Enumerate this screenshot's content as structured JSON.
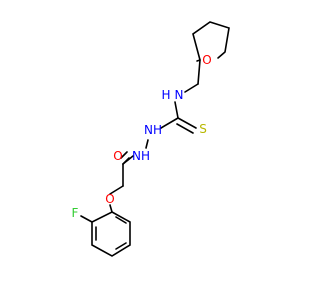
{
  "molecule": {
    "atoms": {
      "oxygen_ring": "O",
      "nitrogen_amide": "N",
      "hydrogen_amide": "H",
      "nitrogen_hydrazide_1": "NH",
      "nitrogen_hydrazide_2": "NH",
      "sulfur": "S",
      "oxygen_carbonyl": "O",
      "oxygen_ether": "O",
      "fluorine": "F"
    },
    "colors": {
      "bond": "#000000",
      "oxygen": "#ff0000",
      "nitrogen": "#0000ff",
      "sulfur": "#b8b800",
      "fluorine": "#33cc33"
    }
  }
}
